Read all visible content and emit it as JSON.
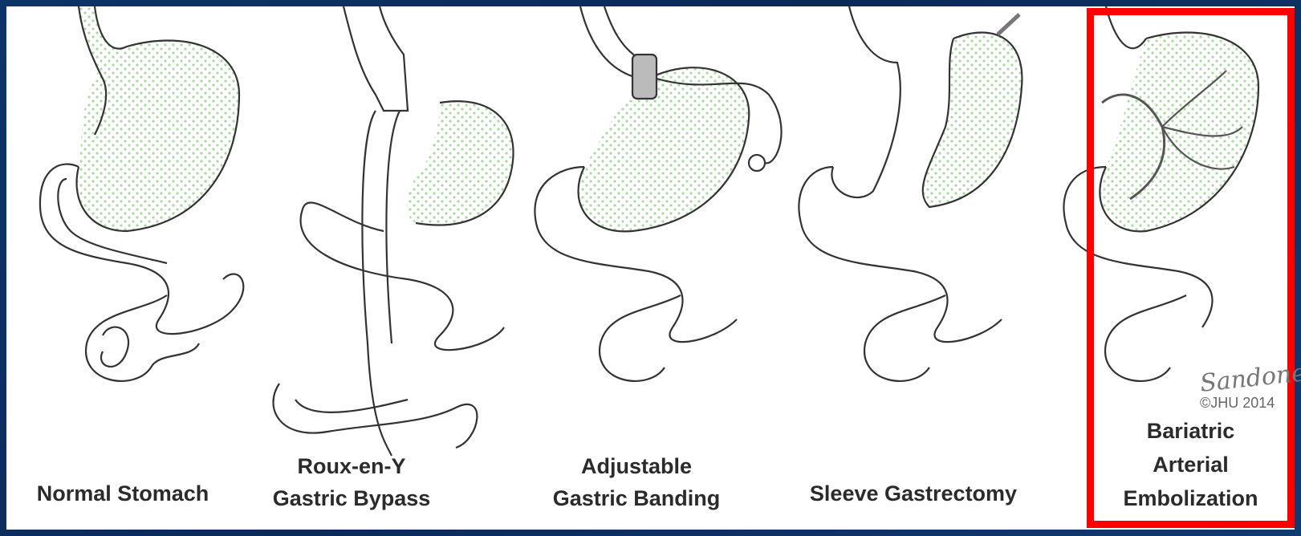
{
  "procedures": [
    {
      "label_lines": [
        "Normal Stomach"
      ]
    },
    {
      "label_lines": [
        "Roux-en-Y",
        "Gastric Bypass"
      ]
    },
    {
      "label_lines": [
        "Adjustable",
        "Gastric Banding"
      ]
    },
    {
      "label_lines": [
        "Sleeve Gastrectomy"
      ]
    },
    {
      "label_lines": [
        "Bariatric",
        "Arterial",
        "Embolization"
      ],
      "highlighted": true
    }
  ],
  "credit": {
    "signature": "Sandone",
    "copyright": "©JHU 2014"
  },
  "colors": {
    "highlight": "#ff0000",
    "stipple": "#a9d9a0",
    "background": "#0b2a55",
    "line": "#333333"
  }
}
